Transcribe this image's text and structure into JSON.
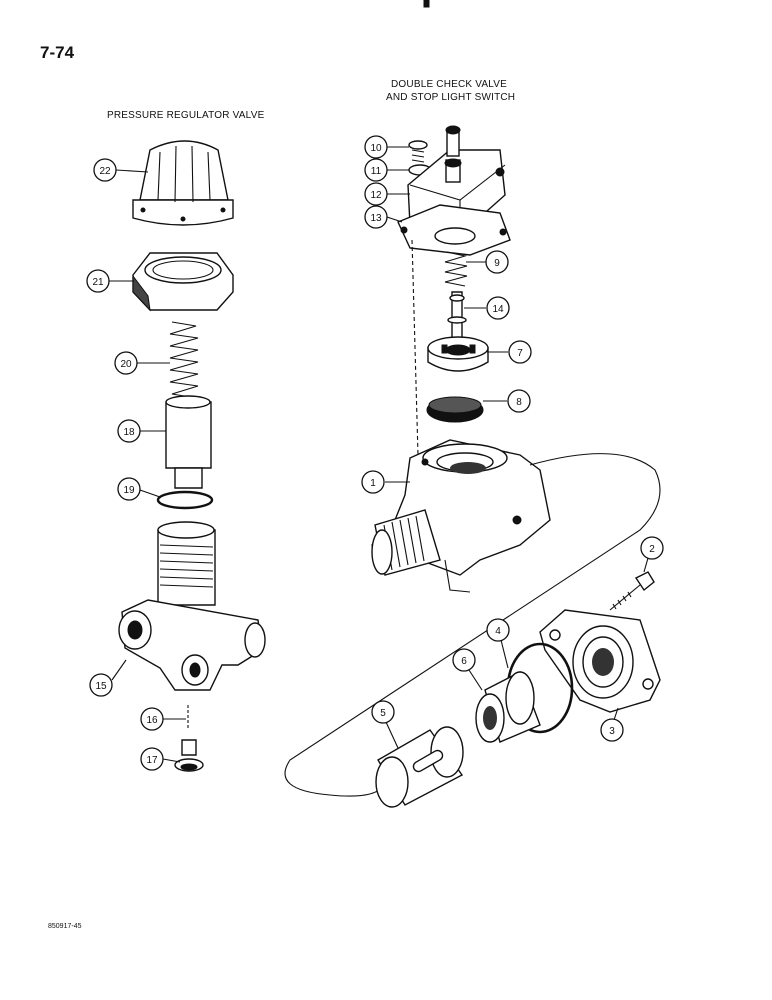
{
  "page_number": "7-74",
  "titles": {
    "pressure_regulator_valve": "PRESSURE REGULATOR VALVE",
    "double_check_valve_line1": "DOUBLE CHECK VALVE",
    "double_check_valve_line2": "AND STOP LIGHT SWITCH"
  },
  "figure_code": "850917-45",
  "callouts": {
    "c1": "1",
    "c2": "2",
    "c3": "3",
    "c4": "4",
    "c5": "5",
    "c6": "6",
    "c7": "7",
    "c8": "8",
    "c9": "9",
    "c10": "10",
    "c11": "11",
    "c12": "12",
    "c13": "13",
    "c14": "14",
    "c15": "15",
    "c16": "16",
    "c17": "17",
    "c18": "18",
    "c19": "19",
    "c20": "20",
    "c21": "21",
    "c22": "22"
  }
}
